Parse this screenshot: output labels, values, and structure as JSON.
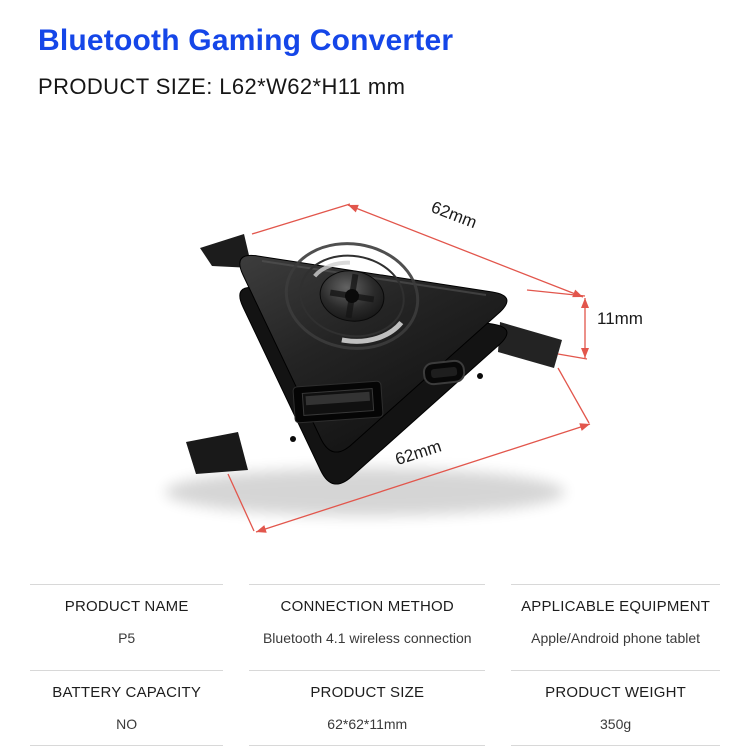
{
  "header": {
    "title": "Bluetooth Gaming Converter",
    "subtitle": "PRODUCT SIZE: L62*W62*H11 mm",
    "title_color": "#1546e8"
  },
  "diagram": {
    "dim_top": "62mm",
    "dim_right": "11mm",
    "dim_bottom": "62mm",
    "dim_line_color": "#e2564c"
  },
  "specs": [
    {
      "label": "PRODUCT NAME",
      "value": "P5"
    },
    {
      "label": "CONNECTION METHOD",
      "value": "Bluetooth 4.1 wireless connection"
    },
    {
      "label": "APPLICABLE EQUIPMENT",
      "value": "Apple/Android phone tablet"
    },
    {
      "label": "BATTERY CAPACITY",
      "value": "NO"
    },
    {
      "label": "PRODUCT SIZE",
      "value": "62*62*11mm"
    },
    {
      "label": "PRODUCT WEIGHT",
      "value": "350g"
    }
  ]
}
